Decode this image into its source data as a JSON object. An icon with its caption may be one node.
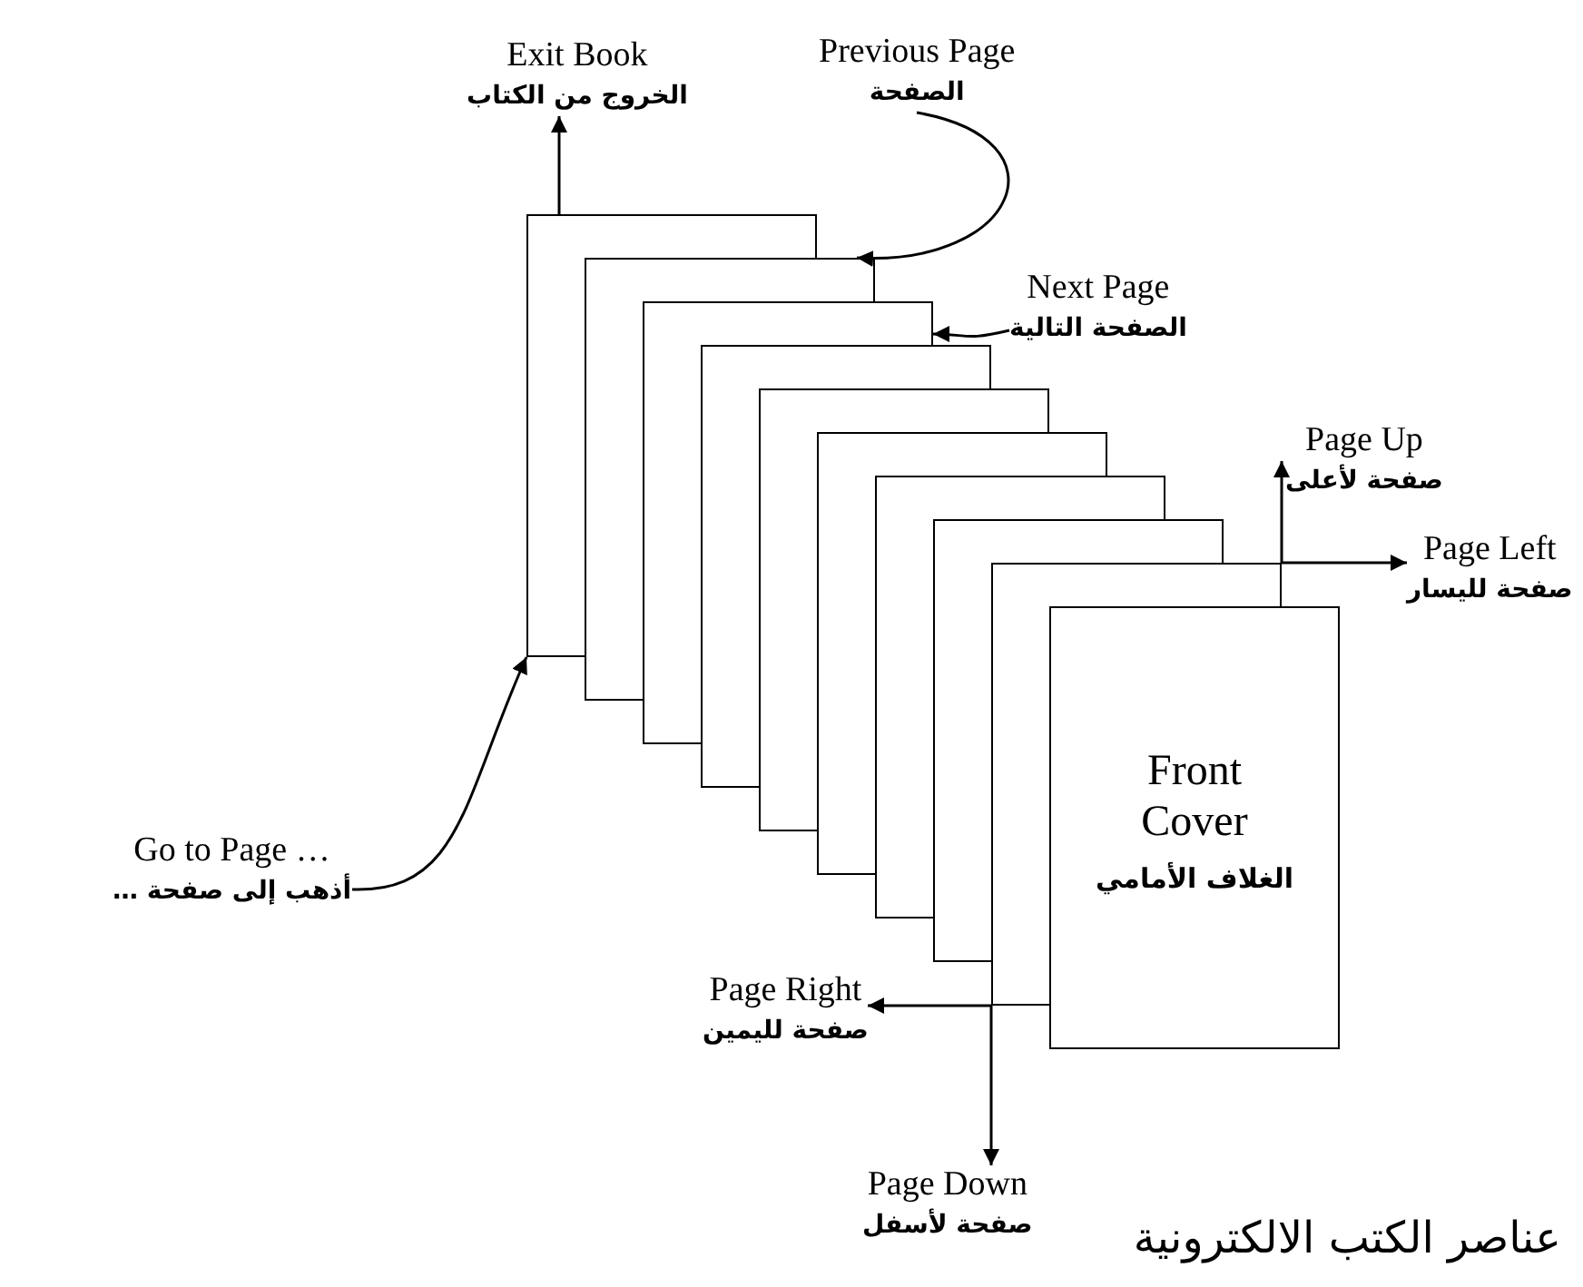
{
  "diagram": {
    "title": "عناصر الكتب الالكترونية",
    "nodes": [
      {
        "text": [],
        "shape": "box"
      },
      {
        "text": [],
        "shape": "box"
      },
      {
        "text": [],
        "shape": "box"
      },
      {
        "text": [],
        "shape": "box"
      },
      {
        "text": [],
        "shape": "box"
      },
      {
        "text": [],
        "shape": "box"
      },
      {
        "text": [],
        "shape": "box"
      },
      {
        "text": [],
        "shape": "box"
      },
      {
        "text": [],
        "shape": "box"
      },
      {
        "text": [
          "Front Cover",
          "الغلاف الأمامي"
        ]
      },
      {
        "text": [
          "Exit Book",
          "الخروج من الكتاب"
        ]
      },
      {
        "text": [
          "Previous Page",
          "الصفحة"
        ]
      },
      {
        "text": [
          "Next Page",
          "الصفحة التالية"
        ]
      },
      {
        "text": [
          "Page Up",
          "صفحة لأعلى"
        ]
      },
      {
        "text": [
          "Page Left",
          "صفحة لليسار"
        ]
      },
      {
        "text": [
          "Go to Page …",
          "أذهب إلى صفحة …"
        ]
      },
      {
        "text": [
          "Page Right",
          "صفحة لليمين"
        ]
      },
      {
        "text": [
          "Page Down",
          "صفحة لأسفل"
        ]
      }
    ],
    "edges": [
      {
        "from": 0,
        "to": 10,
        "arrow": "to"
      },
      {
        "from": 11,
        "to": 1,
        "arrow": "to"
      },
      {
        "from": 12,
        "to": 2,
        "arrow": "to"
      },
      {
        "from": 8,
        "to": 13,
        "arrow": "to"
      },
      {
        "from": 8,
        "to": 14,
        "arrow": "to"
      },
      {
        "from": 15,
        "to": 0,
        "arrow": "to"
      },
      {
        "from": 8,
        "to": 16,
        "arrow": "to"
      },
      {
        "from": 8,
        "to": 17,
        "arrow": "to"
      }
    ]
  }
}
